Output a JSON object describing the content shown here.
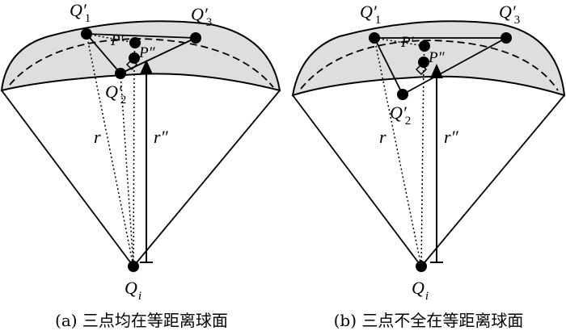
{
  "panels": [
    {
      "id": "a",
      "caption": "(a) 三点均在等距离球面",
      "labels": {
        "q1": "Q′",
        "q1_sub": "1",
        "q2": "Q′",
        "q2_sub": "2",
        "q3": "Q′",
        "q3_sub": "3",
        "p_prime": "P′",
        "p_double": "P″",
        "r": "r",
        "r_double": "r″",
        "qi": "Q",
        "qi_sub": "i"
      }
    },
    {
      "id": "b",
      "caption": "(b) 三点不全在等距离球面",
      "labels": {
        "q1": "Q′",
        "q1_sub": "1",
        "q2": "Q′",
        "q2_sub": "2",
        "q3": "Q′",
        "q3_sub": "3",
        "p_prime": "P′",
        "p_double": "P″",
        "r": "r",
        "r_double": "r″",
        "qi": "Q",
        "qi_sub": "i"
      }
    }
  ]
}
